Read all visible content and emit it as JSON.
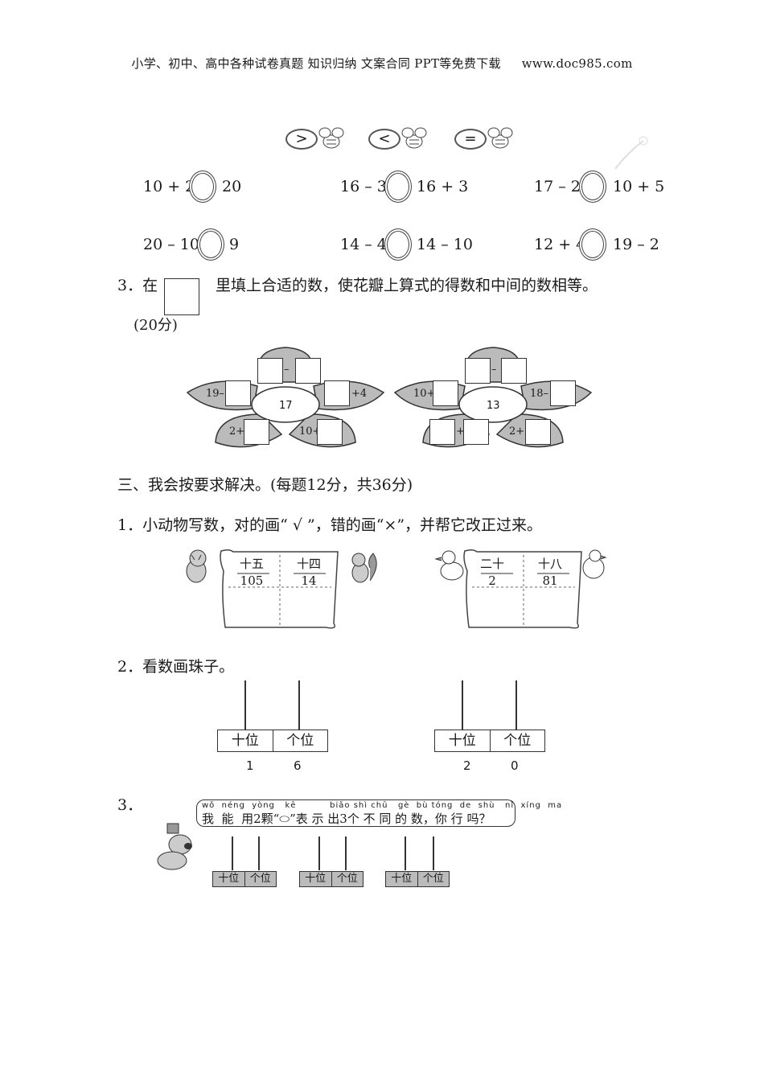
{
  "header": {
    "text": "小学、初中、高中各种试卷真题  知识归纳  文案合同  PPT等免费下载",
    "site": "www.doc985.com"
  },
  "compare": {
    "ops": [
      ">",
      "<",
      "="
    ],
    "rows": [
      [
        {
          "left": "10 + 2",
          "right": "20"
        },
        {
          "left": "16 – 3",
          "right": "16 + 3"
        },
        {
          "left": "17 – 2",
          "right": "10 + 5"
        }
      ],
      [
        {
          "left": "20 – 10",
          "right": "9"
        },
        {
          "left": "14 – 4",
          "right": "14 – 10"
        },
        {
          "left": "12 + 4",
          "right": "19 – 2"
        }
      ]
    ]
  },
  "q3": {
    "num": "3．在",
    "text": "里填上合适的数，使花瓣上算式的得数和中间的数相等。",
    "score": "(20分)"
  },
  "flowers": [
    {
      "center": "17",
      "top_op": "–",
      "left": "19–",
      "right": "+4",
      "bottom_left": "2+",
      "bottom_right": "10+"
    },
    {
      "center": "13",
      "top_op": "–",
      "left": "10+",
      "right": "18–",
      "bottom_left": "+",
      "bottom_right": "2+"
    }
  ],
  "section3": {
    "title": "三、我会按要求解决。(每题12分，共36分)"
  },
  "p1": {
    "text": "1．小动物写数，对的画“ √ ”，错的画“×”，并帮它改正过来。",
    "boards": [
      [
        {
          "word": "十五",
          "num": "105"
        },
        {
          "word": "十四",
          "num": "14"
        }
      ],
      [
        {
          "word": "二十",
          "num": "2"
        },
        {
          "word": "十八",
          "num": "81"
        }
      ]
    ]
  },
  "p2": {
    "text": "2．看数画珠子。",
    "place_tens": "十位",
    "place_ones": "个位",
    "abacus": [
      {
        "tens": "1",
        "ones": "6"
      },
      {
        "tens": "2",
        "ones": "0"
      }
    ]
  },
  "p3": {
    "num": "3．",
    "pinyin": "wǒ  néng  yòng   kē          biǎo shì chū   gè  bù tóng  de  shù   nǐ  xíng  ma",
    "speech": "我  能  用2颗“⬭”表 示 出3个 不 同 的 数，你 行 吗？",
    "place_tens": "十位",
    "place_ones": "个位"
  },
  "icons": [
    "bee-icon",
    "dog-icon",
    "tiger-icon",
    "squirrel-icon",
    "duck-icon",
    "chick-icon"
  ]
}
